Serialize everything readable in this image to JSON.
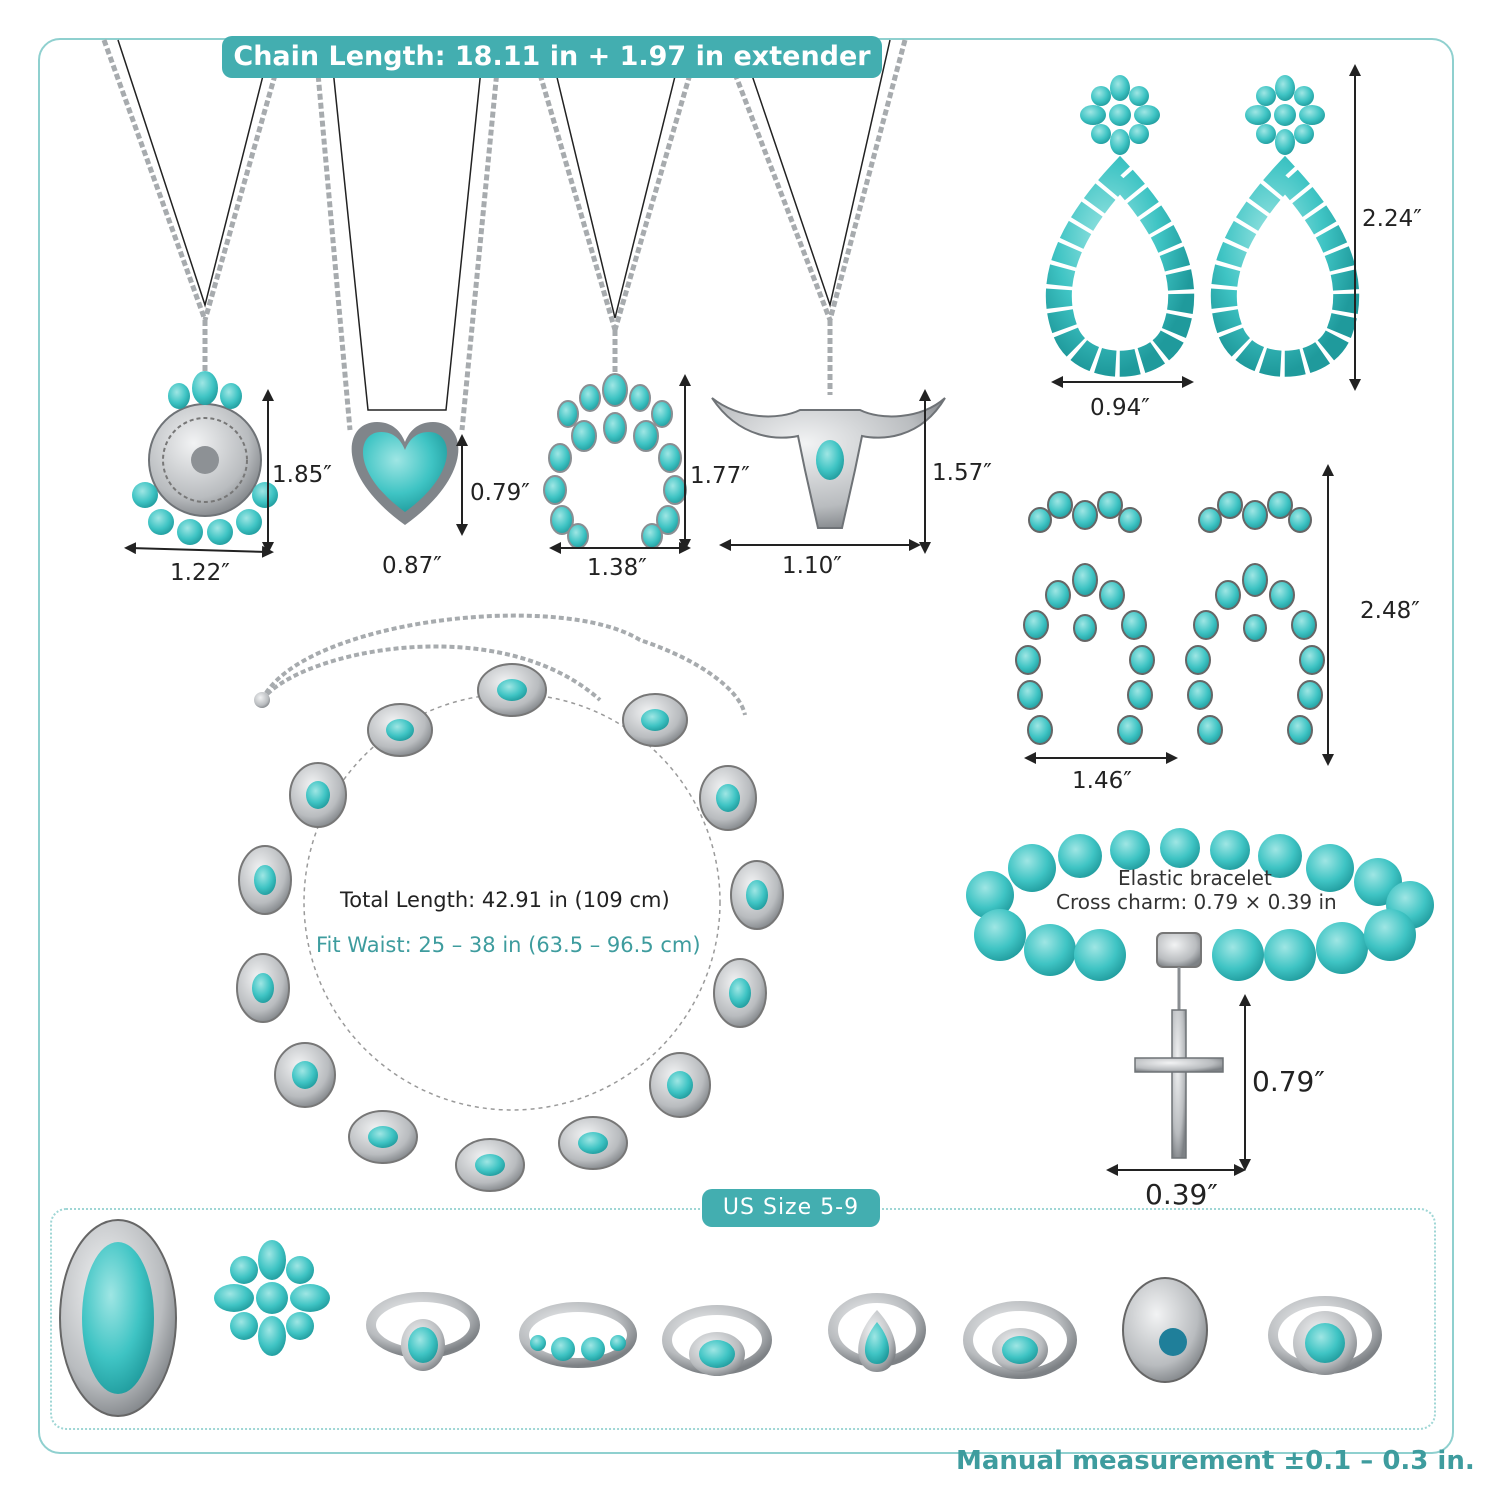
{
  "header": {
    "chain_length": "Chain Length: 18.11 in + 1.97 in extender"
  },
  "necklaces": [
    {
      "width": "1.22″",
      "height": "1.85″"
    },
    {
      "width": "0.87″",
      "height": "0.79″"
    },
    {
      "width": "1.38″",
      "height": "1.77″"
    },
    {
      "width": "1.10″",
      "height": "1.57″"
    }
  ],
  "earrings": [
    {
      "width": "0.94″",
      "height": "2.24″"
    },
    {
      "width": "1.46″",
      "height": "2.48″"
    }
  ],
  "belt": {
    "total_length": "Total Length: 42.91 in (109 cm)",
    "fit_waist": "Fit Waist: 25 – 38 in (63.5 – 96.5 cm)"
  },
  "bracelet": {
    "title": "Elastic bracelet",
    "charm": "Cross charm: 0.79 × 0.39 in",
    "charm_height": "0.79″",
    "charm_width": "0.39″"
  },
  "rings": {
    "size_label": "US Size 5-9"
  },
  "footer": {
    "note": "Manual measurement ±0.1 – 0.3 in."
  },
  "colors": {
    "accent": "#43aeb0",
    "turquoise": "#3fc4c4",
    "silver": "#b9bcbf",
    "frame": "#8fd0cf"
  }
}
